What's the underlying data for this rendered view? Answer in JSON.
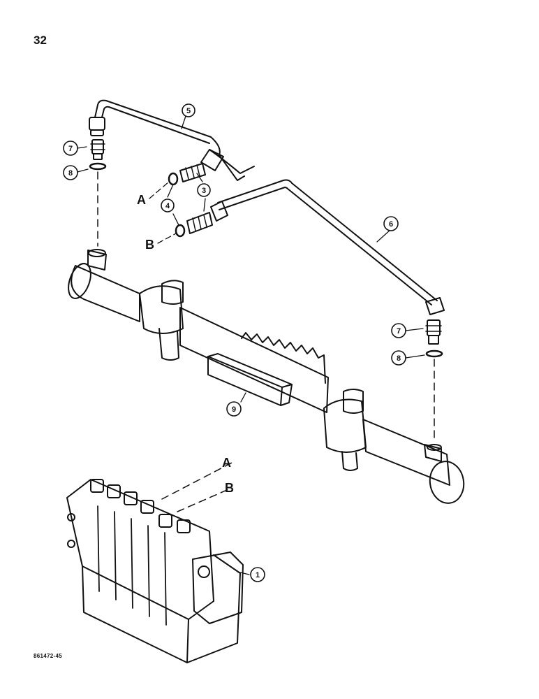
{
  "page_number": "32",
  "figure_code": "861472-45",
  "callouts": {
    "c1": "1",
    "c3": "3",
    "c4": "4",
    "c5": "5",
    "c6": "6",
    "c7a": "7",
    "c7b": "7",
    "c8a": "8",
    "c8b": "8",
    "c9": "9"
  },
  "port_labels": {
    "a_upper": "A",
    "b_upper": "B",
    "a_lower": "A",
    "b_lower": "B"
  },
  "colors": {
    "ink": "#111111",
    "paper": "#ffffff"
  }
}
